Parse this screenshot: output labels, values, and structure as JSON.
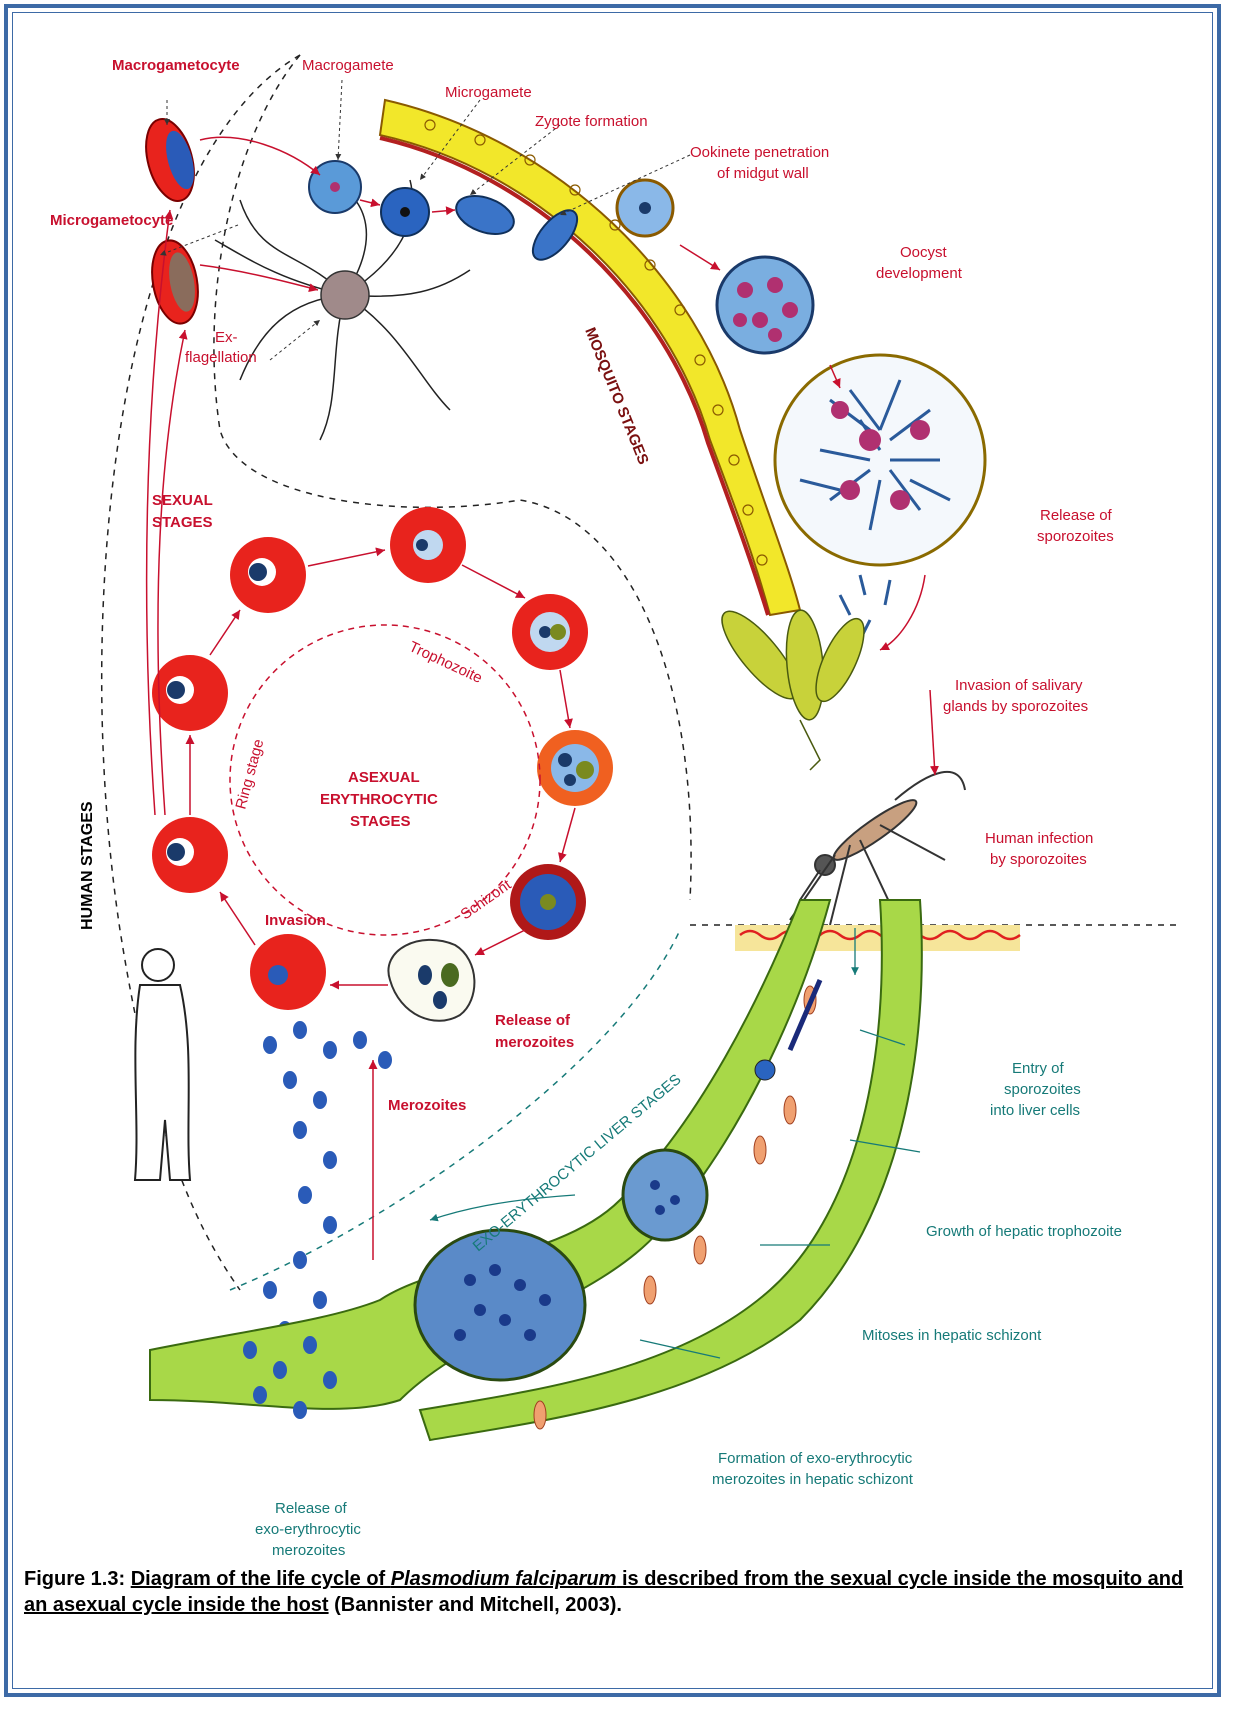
{
  "labels": {
    "macrogametocyte": "Macrogametocyte",
    "macrogamete": "Macrogamete",
    "microgamete": "Microgamete",
    "zygote_formation": "Zygote formation",
    "ookinete_penetration": [
      "Ookinete penetration",
      "of midgut wall"
    ],
    "microgametocyte": "Microgametocyte",
    "oocyst_development": [
      "Oocyst",
      "development"
    ],
    "exflagellation": [
      "Ex-",
      "flagellation"
    ],
    "mosquito_stages": "MOSQUITO STAGES",
    "release_of_sporozoites": [
      "Release of",
      "sporozoites"
    ],
    "sexual_stages": [
      "SEXUAL",
      "STAGES"
    ],
    "trophozoite": "Trophozoite",
    "ring_stage": "Ring stage",
    "asexual_erythrocytic_stages": [
      "ASEXUAL",
      "ERYTHROCYTIC",
      "STAGES"
    ],
    "schizont": "Schizont",
    "invasion": "Invasion",
    "human_stages": "HUMAN STAGES",
    "invasion_of_salivary_glands": [
      "Invasion of salivary",
      "glands by sporozoites"
    ],
    "human_infection": [
      "Human infection",
      "by sporozoites"
    ],
    "release_of_merozoites": [
      "Release of",
      "merozoites"
    ],
    "merozoites": "Merozoites",
    "exo_erythrocytic_liver_stages": "EXO-ERYTHROCYTIC LIVER STAGES",
    "entry_of_sporozoites": [
      "Entry of",
      "sporozoites",
      "into liver cells"
    ],
    "growth_of_hepatic_trophozoite": "Growth of hepatic trophozoite",
    "mitoses_in_hepatic_schizont": "Mitoses in hepatic schizont",
    "formation_of_exo_merozoites": [
      "Formation of exo-erythrocytic",
      "merozoites in hepatic schizont"
    ],
    "release_of_exo_merozoites": [
      "Release of",
      "exo-erythrocytic",
      "merozoites"
    ]
  },
  "caption": {
    "prefix": "Figure 1.3: ",
    "main_underlined_1": "Diagram of the life cycle of ",
    "species": "Plasmodium falciparum",
    "main_underlined_2": " is described from the sexual cycle inside the mosquito and an asexual cycle inside the host",
    "suffix": " (Bannister and Mitchell, 2003)."
  },
  "colors": {
    "frame": "#3d6aa6",
    "red_label": "#c8102e",
    "teal_label": "#167a78",
    "rbc": "#e8231d",
    "midgut": "#f2e72a",
    "liver": "#9acd32"
  }
}
